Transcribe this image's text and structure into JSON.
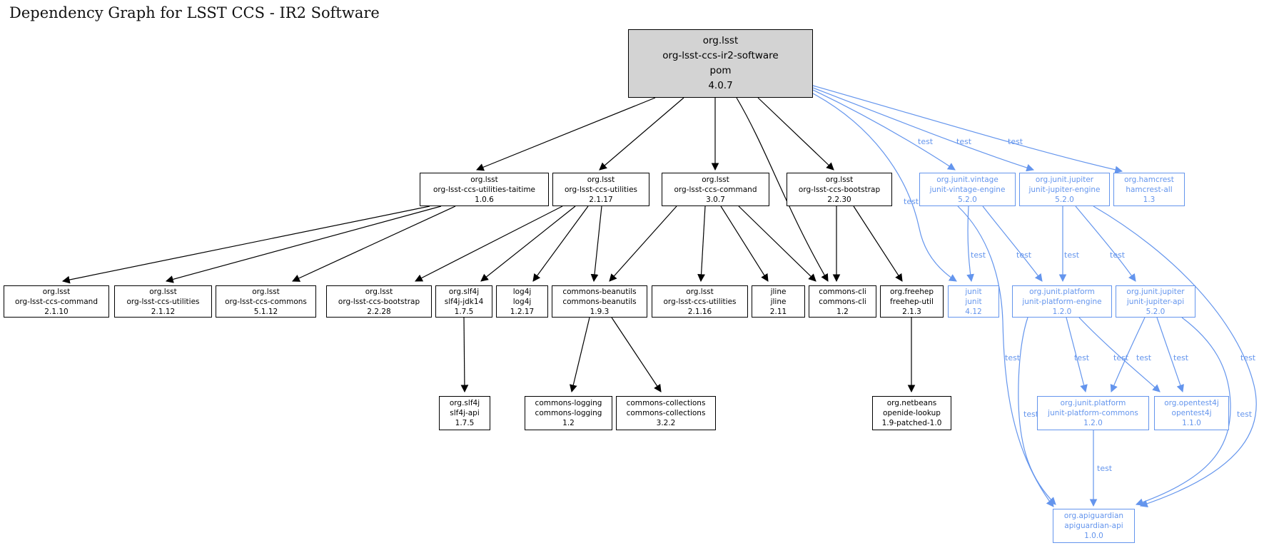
{
  "title": "Dependency Graph for LSST CCS - IR2 Software",
  "edge_label": "test",
  "colors": {
    "test_scope_blue": "#6495ED",
    "node_border_black": "#000000",
    "root_fill": "#d3d3d3"
  },
  "nodes": {
    "root": {
      "group": "org.lsst",
      "artifact": "org-lsst-ccs-ir2-software",
      "packaging": "pom",
      "version": "4.0.7"
    },
    "taitime": {
      "group": "org.lsst",
      "artifact": "org-lsst-ccs-utilities-taitime",
      "version": "1.0.6"
    },
    "utilities217": {
      "group": "org.lsst",
      "artifact": "org-lsst-ccs-utilities",
      "version": "2.1.17"
    },
    "command307": {
      "group": "org.lsst",
      "artifact": "org-lsst-ccs-command",
      "version": "3.0.7"
    },
    "bootstrap2230": {
      "group": "org.lsst",
      "artifact": "org-lsst-ccs-bootstrap",
      "version": "2.2.30"
    },
    "vintage_engine": {
      "group": "org.junit.vintage",
      "artifact": "junit-vintage-engine",
      "version": "5.2.0"
    },
    "jupiter_engine": {
      "group": "org.junit.jupiter",
      "artifact": "junit-jupiter-engine",
      "version": "5.2.0"
    },
    "hamcrest_all": {
      "group": "org.hamcrest",
      "artifact": "hamcrest-all",
      "version": "1.3"
    },
    "command2110": {
      "group": "org.lsst",
      "artifact": "org-lsst-ccs-command",
      "version": "2.1.10"
    },
    "utilities2112": {
      "group": "org.lsst",
      "artifact": "org-lsst-ccs-utilities",
      "version": "2.1.12"
    },
    "commons5112": {
      "group": "org.lsst",
      "artifact": "org-lsst-ccs-commons",
      "version": "5.1.12"
    },
    "bootstrap2228": {
      "group": "org.lsst",
      "artifact": "org-lsst-ccs-bootstrap",
      "version": "2.2.28"
    },
    "slf4j_jdk14": {
      "group": "org.slf4j",
      "artifact": "slf4j-jdk14",
      "version": "1.7.5"
    },
    "log4j": {
      "group": "log4j",
      "artifact": "log4j",
      "version": "1.2.17"
    },
    "beanutils": {
      "group": "commons-beanutils",
      "artifact": "commons-beanutils",
      "version": "1.9.3"
    },
    "utilities2116": {
      "group": "org.lsst",
      "artifact": "org-lsst-ccs-utilities",
      "version": "2.1.16"
    },
    "jline": {
      "group": "jline",
      "artifact": "jline",
      "version": "2.11"
    },
    "commons_cli": {
      "group": "commons-cli",
      "artifact": "commons-cli",
      "version": "1.2"
    },
    "freehep_util": {
      "group": "org.freehep",
      "artifact": "freehep-util",
      "version": "2.1.3"
    },
    "junit": {
      "group": "junit",
      "artifact": "junit",
      "version": "4.12"
    },
    "platform_engine": {
      "group": "org.junit.platform",
      "artifact": "junit-platform-engine",
      "version": "1.2.0"
    },
    "jupiter_api": {
      "group": "org.junit.jupiter",
      "artifact": "junit-jupiter-api",
      "version": "5.2.0"
    },
    "slf4j_api": {
      "group": "org.slf4j",
      "artifact": "slf4j-api",
      "version": "1.7.5"
    },
    "commons_logging": {
      "group": "commons-logging",
      "artifact": "commons-logging",
      "version": "1.2"
    },
    "commons_collections": {
      "group": "commons-collections",
      "artifact": "commons-collections",
      "version": "3.2.2"
    },
    "openide_lookup": {
      "group": "org.netbeans",
      "artifact": "openide-lookup",
      "version": "1.9-patched-1.0"
    },
    "platform_commons": {
      "group": "org.junit.platform",
      "artifact": "junit-platform-commons",
      "version": "1.2.0"
    },
    "opentest4j": {
      "group": "org.opentest4j",
      "artifact": "opentest4j",
      "version": "1.1.0"
    },
    "apiguardian": {
      "group": "org.apiguardian",
      "artifact": "apiguardian-api",
      "version": "1.0.0"
    }
  },
  "edges": [
    {
      "from": "root",
      "to": "taitime"
    },
    {
      "from": "root",
      "to": "utilities217"
    },
    {
      "from": "root",
      "to": "command307"
    },
    {
      "from": "root",
      "to": "bootstrap2230"
    },
    {
      "from": "root",
      "to": "commons_cli"
    },
    {
      "from": "root",
      "to": "vintage_engine",
      "label": "test"
    },
    {
      "from": "root",
      "to": "jupiter_engine",
      "label": "test"
    },
    {
      "from": "root",
      "to": "hamcrest_all",
      "label": "test"
    },
    {
      "from": "root",
      "to": "junit",
      "label": "test"
    },
    {
      "from": "taitime",
      "to": "command2110"
    },
    {
      "from": "taitime",
      "to": "utilities2112"
    },
    {
      "from": "taitime",
      "to": "commons5112"
    },
    {
      "from": "utilities217",
      "to": "bootstrap2228"
    },
    {
      "from": "utilities217",
      "to": "slf4j_jdk14"
    },
    {
      "from": "utilities217",
      "to": "log4j"
    },
    {
      "from": "utilities217",
      "to": "beanutils"
    },
    {
      "from": "command307",
      "to": "beanutils"
    },
    {
      "from": "command307",
      "to": "utilities2116"
    },
    {
      "from": "command307",
      "to": "jline"
    },
    {
      "from": "command307",
      "to": "commons_cli"
    },
    {
      "from": "bootstrap2230",
      "to": "commons_cli"
    },
    {
      "from": "bootstrap2230",
      "to": "freehep_util"
    },
    {
      "from": "slf4j_jdk14",
      "to": "slf4j_api"
    },
    {
      "from": "beanutils",
      "to": "commons_logging"
    },
    {
      "from": "beanutils",
      "to": "commons_collections"
    },
    {
      "from": "freehep_util",
      "to": "openide_lookup"
    },
    {
      "from": "vintage_engine",
      "to": "junit",
      "label": "test"
    },
    {
      "from": "vintage_engine",
      "to": "platform_engine",
      "label": "test"
    },
    {
      "from": "vintage_engine",
      "to": "apiguardian",
      "label": "test"
    },
    {
      "from": "jupiter_engine",
      "to": "platform_engine",
      "label": "test"
    },
    {
      "from": "jupiter_engine",
      "to": "jupiter_api",
      "label": "test"
    },
    {
      "from": "jupiter_engine",
      "to": "apiguardian",
      "label": "test"
    },
    {
      "from": "platform_engine",
      "to": "platform_commons",
      "label": "test"
    },
    {
      "from": "platform_engine",
      "to": "opentest4j",
      "label": "test"
    },
    {
      "from": "platform_engine",
      "to": "apiguardian",
      "label": "test"
    },
    {
      "from": "jupiter_api",
      "to": "platform_commons",
      "label": "test"
    },
    {
      "from": "jupiter_api",
      "to": "opentest4j",
      "label": "test"
    },
    {
      "from": "jupiter_api",
      "to": "apiguardian",
      "label": "test"
    },
    {
      "from": "platform_commons",
      "to": "apiguardian",
      "label": "test"
    }
  ]
}
